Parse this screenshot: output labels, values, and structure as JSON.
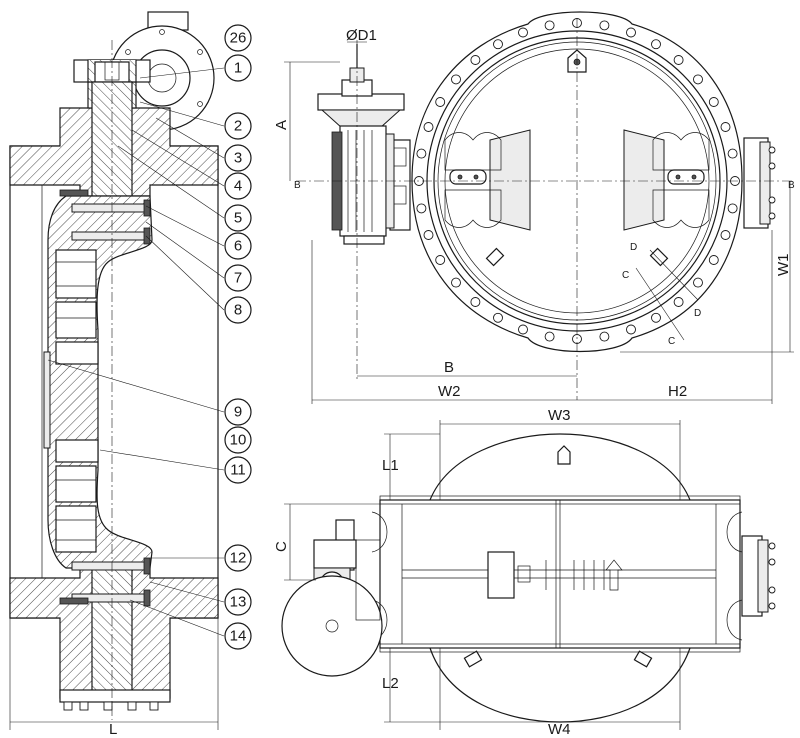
{
  "callouts": [
    {
      "id": "1",
      "label": "1"
    },
    {
      "id": "2",
      "label": "2"
    },
    {
      "id": "3",
      "label": "3"
    },
    {
      "id": "4",
      "label": "4"
    },
    {
      "id": "5",
      "label": "5"
    },
    {
      "id": "6",
      "label": "6"
    },
    {
      "id": "7",
      "label": "7"
    },
    {
      "id": "8",
      "label": "8"
    },
    {
      "id": "9",
      "label": "9"
    },
    {
      "id": "10",
      "label": "10"
    },
    {
      "id": "11",
      "label": "11"
    },
    {
      "id": "12",
      "label": "12"
    },
    {
      "id": "13",
      "label": "13"
    },
    {
      "id": "14",
      "label": "14"
    },
    {
      "id": "26",
      "label": "26"
    }
  ],
  "dimensions": {
    "L": "L",
    "D1": "ØD1",
    "A": "A",
    "B_section_left": "B",
    "B_section_right": "B",
    "B": "B",
    "W1": "W1",
    "W2": "W2",
    "H2": "H2",
    "C_label": "C",
    "C_label_2": "C",
    "D_label": "D",
    "D_label_2": "D",
    "W3": "W3",
    "W4": "W4",
    "L1": "L1",
    "L2": "L2",
    "C_top": "C"
  }
}
